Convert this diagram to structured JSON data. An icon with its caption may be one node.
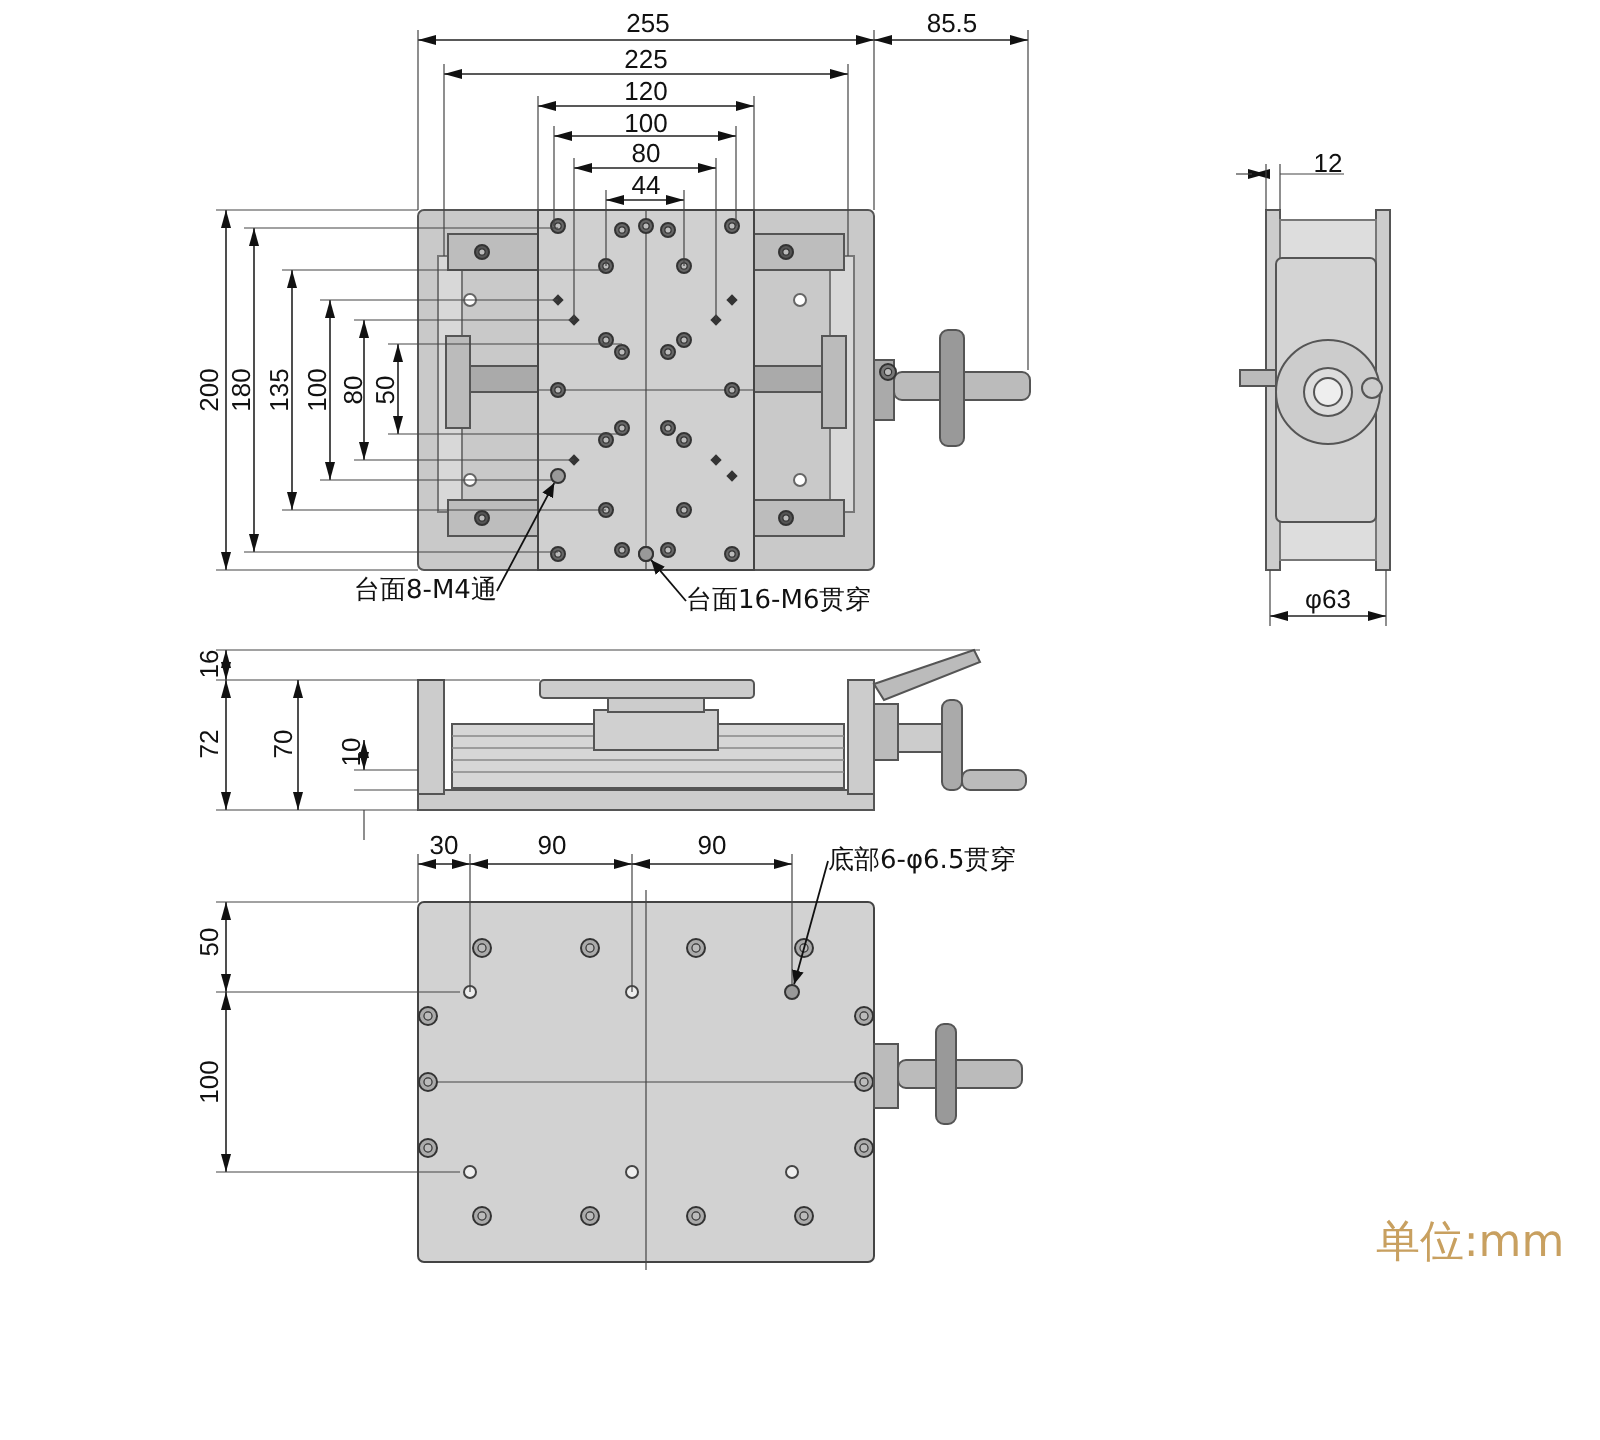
{
  "diagram": {
    "nodes": [
      {
        "text": [
          "台面8-M4通"
        ]
      },
      {
        "text": [],
        "shape": "circle"
      },
      {
        "text": [
          "台面16-M6贯穿"
        ]
      },
      {
        "text": [],
        "shape": "circle"
      },
      {
        "text": [
          "底部6-φ6.5贯穿"
        ]
      },
      {
        "text": [],
        "shape": "circle"
      }
    ],
    "edges": [
      {
        "from": 0,
        "to": 1,
        "arrow": "to"
      },
      {
        "from": 2,
        "to": 3,
        "arrow": "to"
      },
      {
        "from": 4,
        "to": 5,
        "arrow": "to"
      }
    ],
    "labels": [
      "255",
      "85.5",
      "225",
      "120",
      "100",
      "80",
      "44",
      "200",
      "180",
      "135",
      "100",
      "80",
      "50",
      "12",
      "φ63",
      "16",
      "72",
      "70",
      "10",
      "30",
      "90",
      "90",
      "50",
      "100",
      "单位:mm"
    ]
  }
}
